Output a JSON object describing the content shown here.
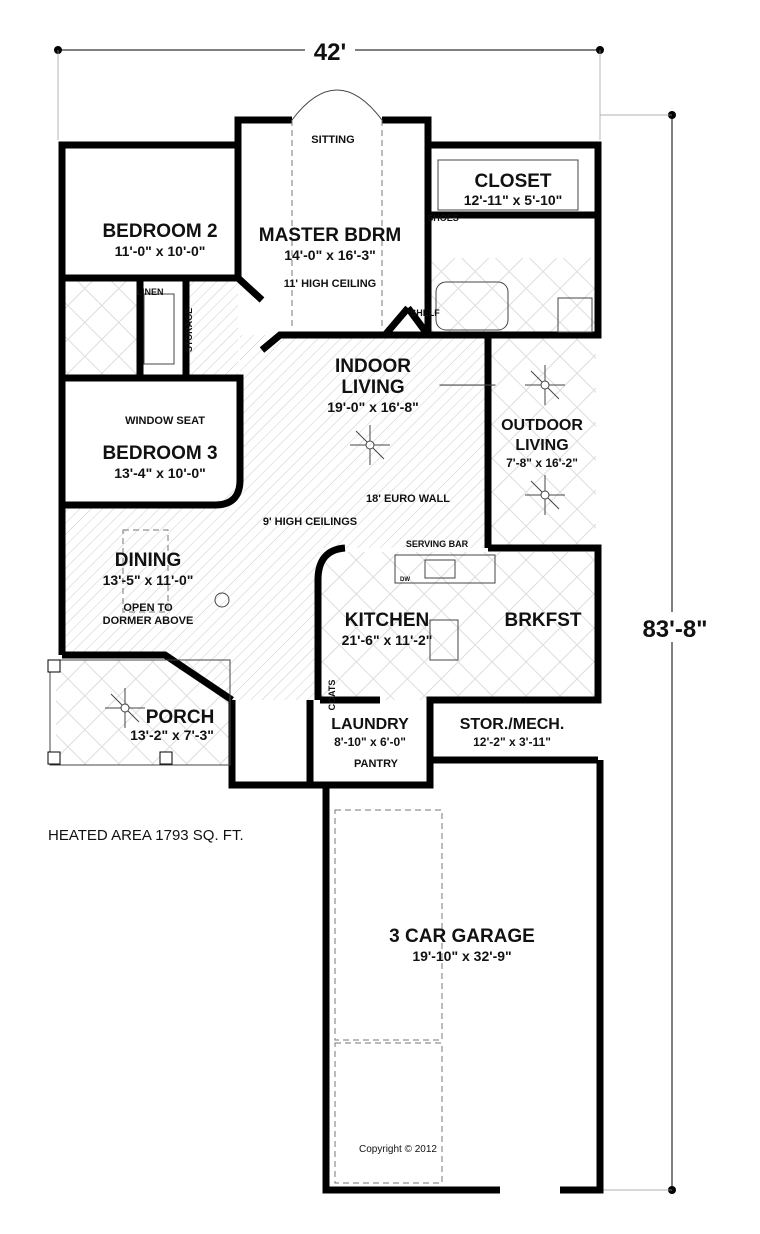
{
  "dimensions": {
    "width": "42'",
    "depth": "83'-8\""
  },
  "rooms": {
    "bedroom2": {
      "name": "BEDROOM 2",
      "size": "11'-0\" x 10'-0\""
    },
    "master": {
      "name": "MASTER BDRM",
      "size": "14'-0\" x 16'-3\"",
      "note": "11' HIGH CEILING",
      "sitting": "SITTING"
    },
    "closet": {
      "name": "CLOSET",
      "size": "12'-11\" x 5'-10\"",
      "shoes": "SHOES",
      "shelf": "SHELF"
    },
    "bath2": {
      "linen": "LINEN",
      "storage": "STORAGE"
    },
    "bedroom3": {
      "name": "BEDROOM 3",
      "size": "13'-4\" x 10'-0\"",
      "window_seat": "WINDOW SEAT"
    },
    "indoor_living": {
      "name1": "INDOOR",
      "name2": "LIVING",
      "size": "19'-0\" x 16'-8\"",
      "euro_wall": "18' EURO WALL",
      "ceilings": "9' HIGH CEILINGS"
    },
    "outdoor_living": {
      "name1": "OUTDOOR",
      "name2": "LIVING",
      "size": "7'-8\" x 16'-2\""
    },
    "dining": {
      "name": "DINING",
      "size": "13'-5\" x 11'-0\"",
      "note1": "OPEN TO",
      "note2": "DORMER ABOVE"
    },
    "kitchen": {
      "name": "KITCHEN",
      "size": "21'-6\" x 11'-2\"",
      "serving_bar": "SERVING BAR",
      "dw": "DW",
      "coats": "COATS"
    },
    "brkfst": {
      "name": "BRKFST"
    },
    "porch": {
      "name": "PORCH",
      "size": "13'-2\" x 7'-3\""
    },
    "laundry": {
      "name": "LAUNDRY",
      "size": "8'-10\" x 6'-0\"",
      "pantry": "PANTRY"
    },
    "stor_mech": {
      "name": "STOR./MECH.",
      "size": "12'-2\" x 3'-11\""
    },
    "garage": {
      "name": "3 CAR GARAGE",
      "size": "19'-10\" x 32'-9\""
    }
  },
  "heated_area": "HEATED AREA  1793 SQ. FT.",
  "copyright": "Copyright  ©  2012"
}
